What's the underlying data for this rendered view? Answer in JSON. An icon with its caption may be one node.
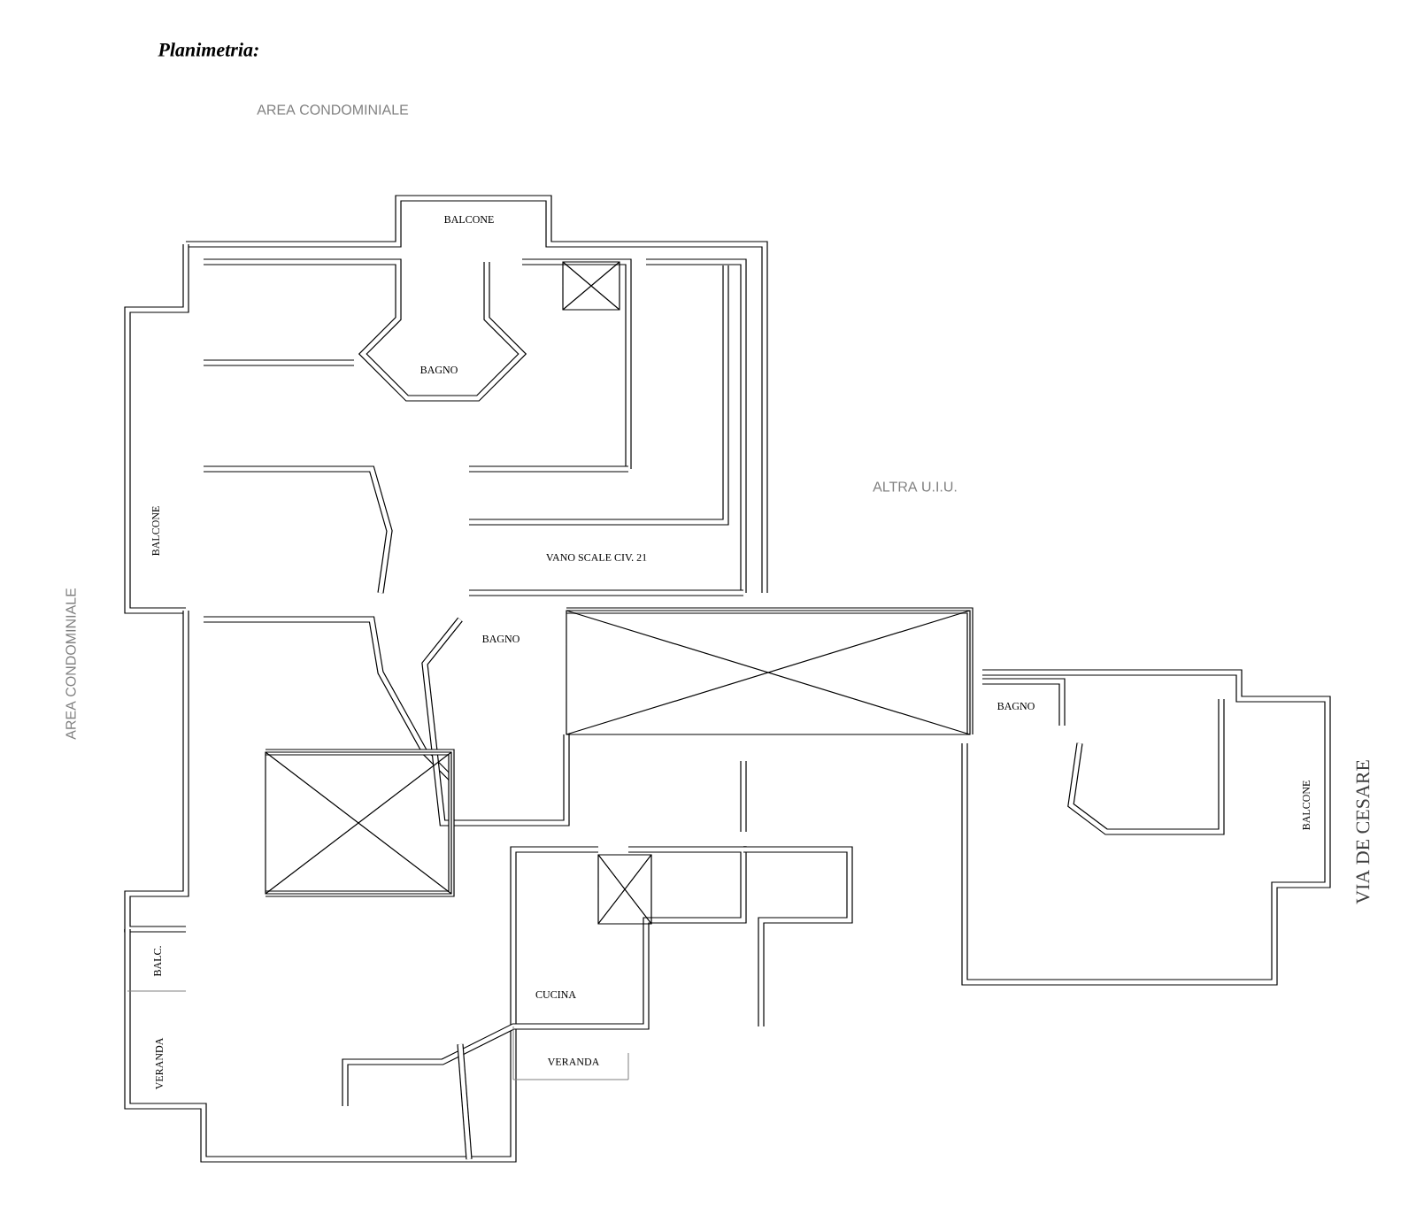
{
  "diagram": {
    "title": "Planimetria:",
    "labels": [
      "AREA CONDOMINIALE",
      "BALCONE",
      "BAGNO",
      "BALCONE",
      "VANO SCALE CIV. 21",
      "ALTRA U.I.U.",
      "AREA CONDOMINIALE",
      "BAGNO",
      "BAGNO",
      "BALCONE",
      "VIA DE CESARE",
      "BALC.",
      "VERANDA",
      "CUCINA",
      "VERANDA"
    ]
  }
}
